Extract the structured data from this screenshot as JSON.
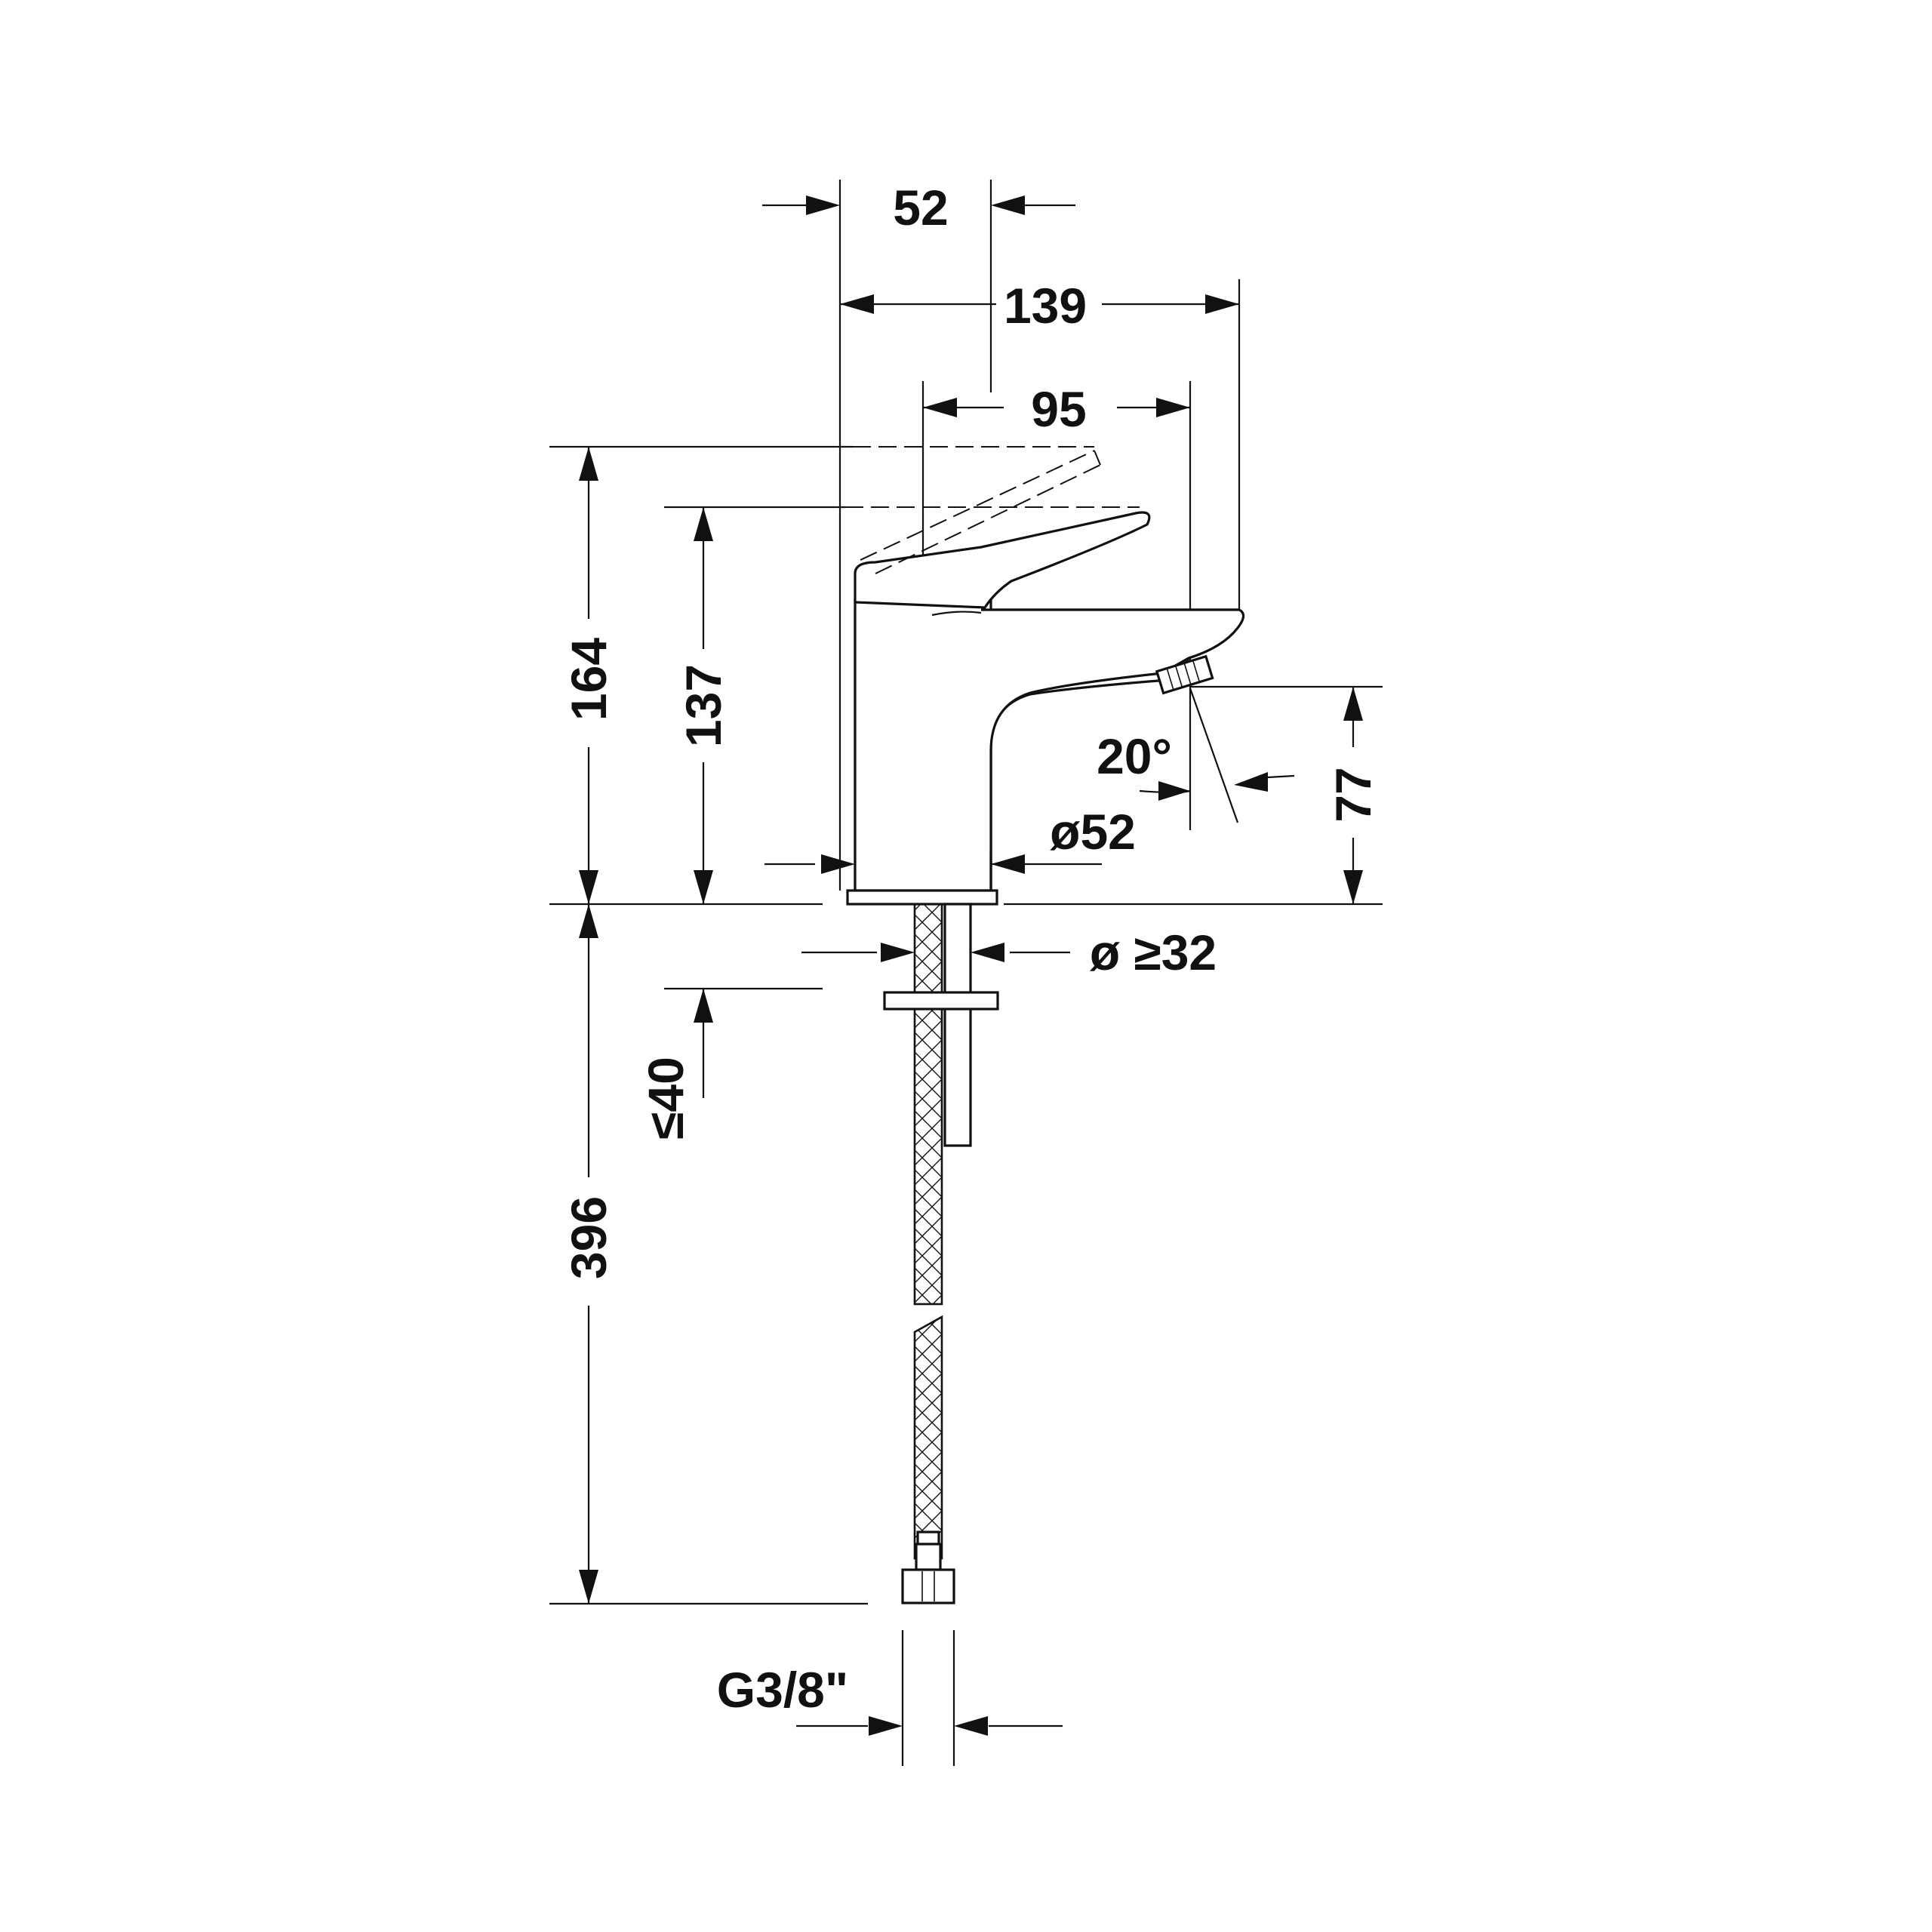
{
  "drawing": {
    "dimensions": {
      "top_width": "52",
      "overall_depth": "139",
      "spout_reach": "95",
      "lever_open_height": "164",
      "total_height": "137",
      "outlet_height": "77",
      "spray_angle": "20°",
      "base_diameter": "ø52",
      "hole_diameter": "ø ≥32",
      "max_countertop": "≤40",
      "hose_length": "396",
      "connection_thread": "G3/8\""
    },
    "icons": {
      "arrow": "arrowhead",
      "hose": "braided-hose"
    }
  }
}
